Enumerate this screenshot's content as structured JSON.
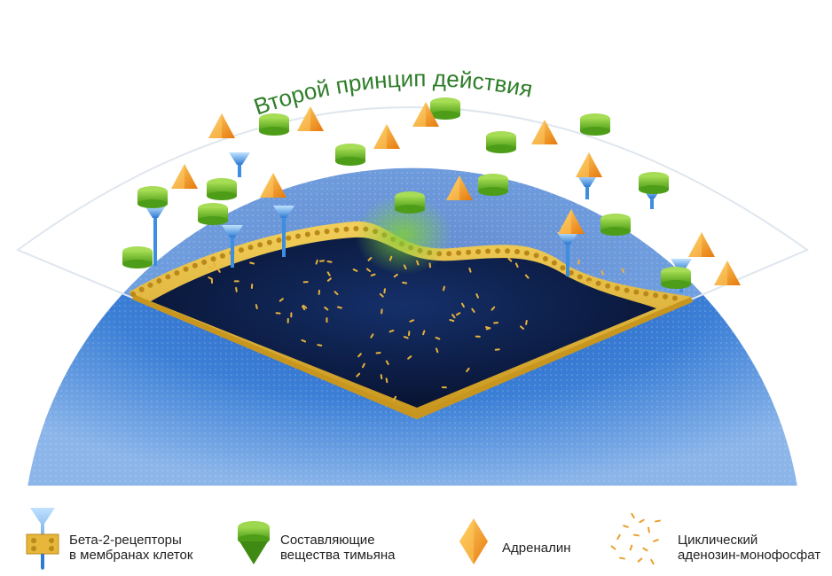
{
  "title": "Второй принцип действия",
  "legend": [
    {
      "icon": "beta-2-receptor-icon",
      "line1": "Бета-2-рецепторы",
      "line2": "в мембранах клеток"
    },
    {
      "icon": "thyme-substance-icon",
      "line1": "Составляющие",
      "line2": "вещества тимьяна"
    },
    {
      "icon": "adrenaline-icon",
      "line1": "Адреналин",
      "line2": ""
    },
    {
      "icon": "camp-icon",
      "line1": "Циклический",
      "line2": "аденозин-монофосфат"
    }
  ],
  "colors": {
    "title": "#2f7d2a",
    "background_blue": "#3a7fd4",
    "cell_interior": "#0c1b3e",
    "membrane": "#e3b83c",
    "thyme_green": "#6cbf2a",
    "adrenaline_orange": "#f29a1c",
    "receptor_blue": "#4a9be0"
  }
}
